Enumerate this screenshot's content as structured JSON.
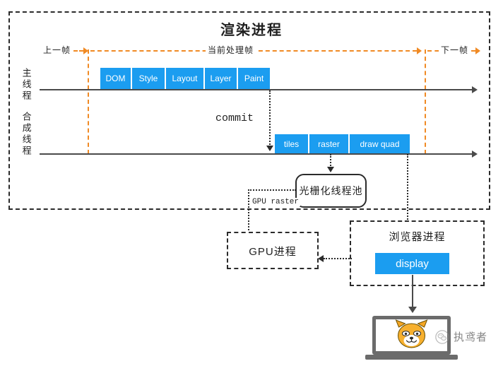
{
  "diagram": {
    "title": "渲染进程",
    "colors": {
      "stage_blue": "#1b9df0",
      "frame_orange": "#f08a24",
      "outline": "#2b2b2b",
      "axis": "#4a4a4a"
    },
    "frame_markers": {
      "previous_frame": "上一帧",
      "current_frame": "当前处理帧",
      "next_frame": "下一帧"
    },
    "threads": [
      {
        "name": "main-thread",
        "label": "主线程"
      },
      {
        "name": "compositor-thread",
        "label": "合成线程"
      }
    ],
    "main_thread_stages": [
      {
        "label": "DOM",
        "width": 45
      },
      {
        "label": "Style",
        "width": 48
      },
      {
        "label": "Layout",
        "width": 55
      },
      {
        "label": "Layer",
        "width": 47
      },
      {
        "label": "Paint",
        "width": 45
      }
    ],
    "compositor_stages": [
      {
        "label": "tiles",
        "width": 49
      },
      {
        "label": "raster",
        "width": 57
      },
      {
        "label": "draw quad",
        "width": 85
      }
    ],
    "commit_label": "commit",
    "raster_pool": {
      "label": "光栅化线程池",
      "connector_label": "GPU raster"
    },
    "processes": [
      {
        "name": "gpu-process",
        "title": "GPU进程"
      },
      {
        "name": "browser-process",
        "title": "浏览器进程",
        "chip": "display"
      }
    ],
    "watermark": {
      "text": "执鸢者",
      "icon": "wechat-icon"
    },
    "device": {
      "name": "laptop-device",
      "avatar": "shiba-dog-face"
    }
  }
}
